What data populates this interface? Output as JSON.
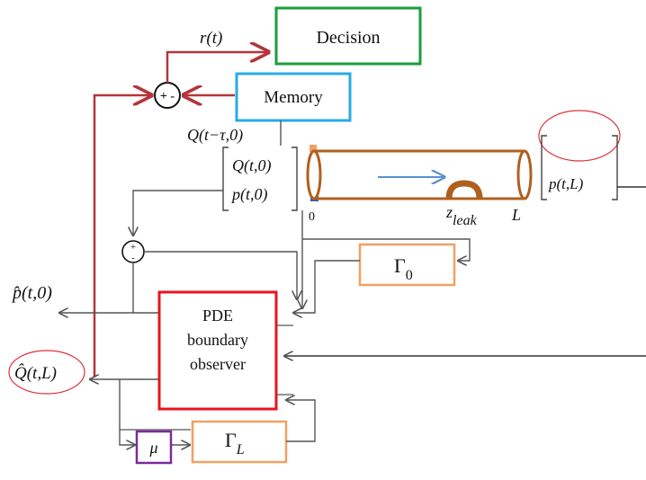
{
  "blocks": {
    "decision": "Decision",
    "memory": "Memory",
    "observer_line1": "PDE",
    "observer_line2": "boundary",
    "observer_line3": "observer",
    "gamma0": "Γ",
    "gamma0_sub": "0",
    "gammaL": "Γ",
    "gammaL_sub": "L",
    "mu": "μ"
  },
  "signals": {
    "residual": "r(t)",
    "q_delayed": "Q(t−τ,0)",
    "q0": "Q(t,0)",
    "p0": "p(t,0)",
    "pL": "p(t,L)",
    "p_hat": "p̂(t,0)",
    "q_hat": "Q̂(t,L)"
  },
  "pipe": {
    "origin": "0",
    "end": "L",
    "leak_base": "z",
    "leak_sub": "leak"
  },
  "summing_junctions": {
    "top": "+ -",
    "left_plus": "+",
    "left_minus": "-"
  },
  "colors": {
    "decision_border": "#1a9e3a",
    "memory_border": "#29abe2",
    "observer_border": "#e8141c",
    "gain_border": "#f0a060",
    "mu_border": "#7b2a9a",
    "red_arrow": "#b5343a",
    "pipe": "#b0601e",
    "flow_arrow": "#5b8fd0",
    "highlight": "#e0303a",
    "line": "#555555"
  }
}
